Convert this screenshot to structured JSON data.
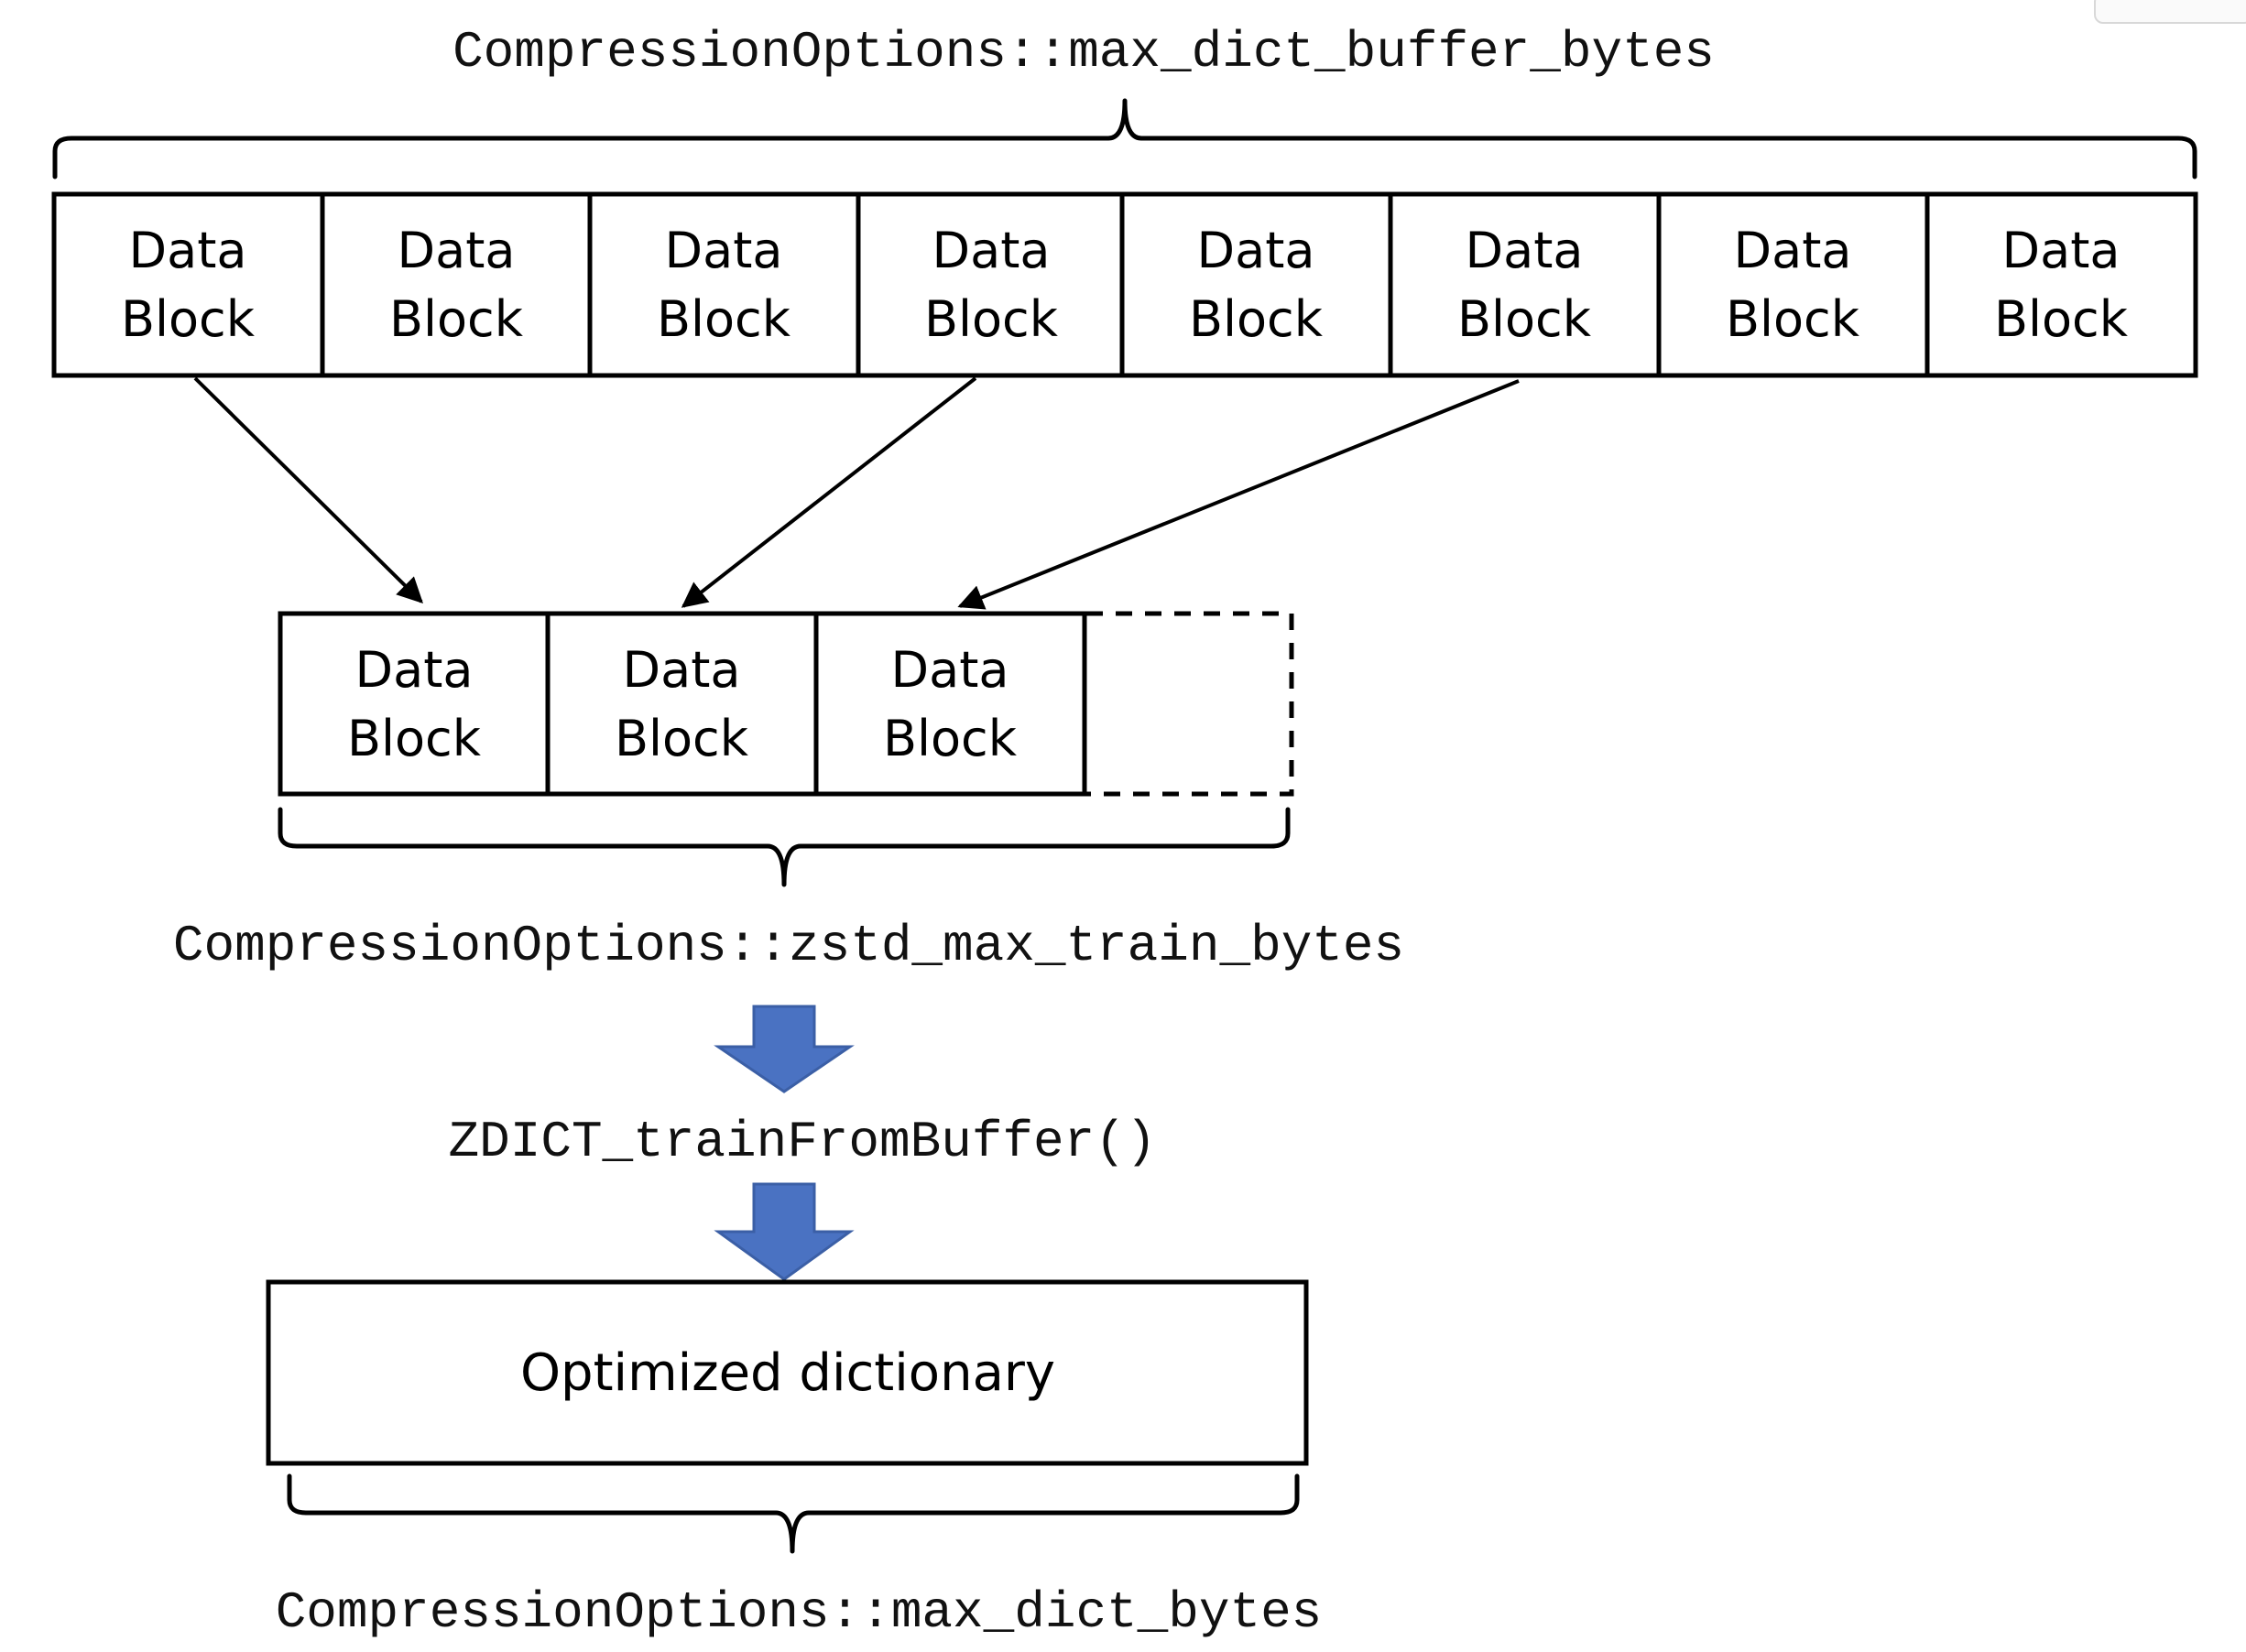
{
  "labels": {
    "max_dict_buffer_bytes": "CompressionOptions::max_dict_buffer_bytes",
    "zstd_max_train_bytes": "CompressionOptions::zstd_max_train_bytes",
    "train_function": "ZDICT_trainFromBuffer()",
    "max_dict_bytes": "CompressionOptions::max_dict_bytes"
  },
  "buffer_blocks": [
    {
      "line1": "Data",
      "line2": "Block"
    },
    {
      "line1": "Data",
      "line2": "Block"
    },
    {
      "line1": "Data",
      "line2": "Block"
    },
    {
      "line1": "Data",
      "line2": "Block"
    },
    {
      "line1": "Data",
      "line2": "Block"
    },
    {
      "line1": "Data",
      "line2": "Block"
    },
    {
      "line1": "Data",
      "line2": "Block"
    },
    {
      "line1": "Data",
      "line2": "Block"
    }
  ],
  "sampled_blocks": [
    {
      "line1": "Data",
      "line2": "Block"
    },
    {
      "line1": "Data",
      "line2": "Block"
    },
    {
      "line1": "Data",
      "line2": "Block"
    }
  ],
  "output_box": "Optimized dictionary",
  "colors": {
    "flow_arrow": "#4a72c2",
    "stroke": "#000000"
  }
}
